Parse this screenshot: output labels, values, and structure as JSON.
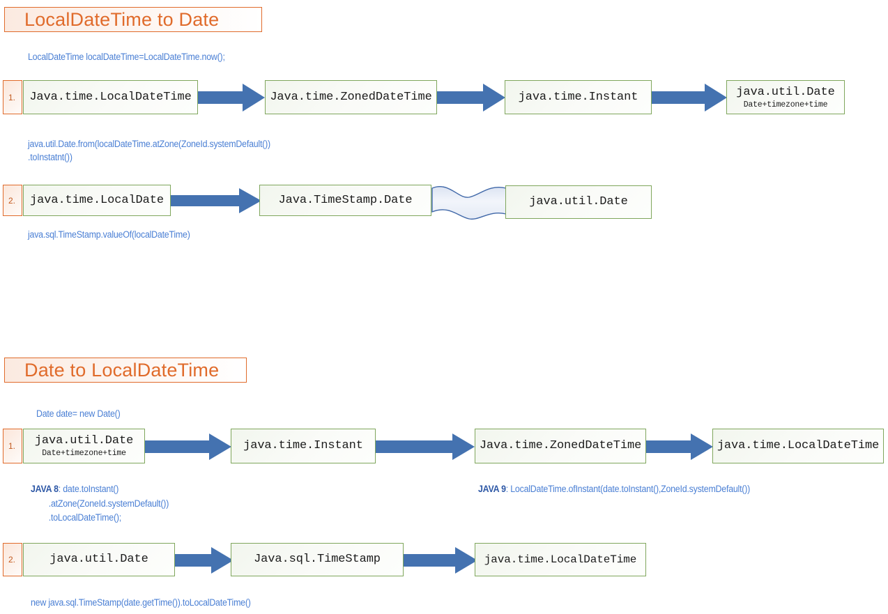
{
  "diagram": {
    "title_accent": "#E06B2B",
    "arrow_color": "#4472B0",
    "node_border": "#7FA65C",
    "note_color": "#4A7FD4",
    "sections": [
      {
        "id": "localdatetime-to-date",
        "title": "LocalDateTime to Date",
        "top_note": "LocalDateTime localDateTime=LocalDateTime.now();",
        "rows": [
          {
            "number": "1.",
            "nodes": [
              {
                "main": "Java.time.LocalDateTime",
                "sub": ""
              },
              {
                "main": "Java.time.ZonedDateTime",
                "sub": ""
              },
              {
                "main": "java.time.Instant",
                "sub": ""
              },
              {
                "main": "java.util.Date",
                "sub": "Date+timezone+time"
              }
            ],
            "connectors": [
              "arrow",
              "arrow",
              "arrow"
            ],
            "note_lines": [
              "java.util.Date.from(localDateTime.atZone(ZoneId.systemDefault())",
              ".toInstatnt())"
            ]
          },
          {
            "number": "2.",
            "nodes": [
              {
                "main": "java.time.LocalDate",
                "sub": ""
              },
              {
                "main": "Java.TimeStamp.Date",
                "sub": ""
              },
              {
                "main": "java.util.Date",
                "sub": ""
              }
            ],
            "connectors": [
              "arrow",
              "wave"
            ],
            "note_lines": [
              "java.sql.TimeStamp.valueOf(localDateTime)"
            ]
          }
        ]
      },
      {
        "id": "date-to-localdatetime",
        "title": "Date to LocalDateTime",
        "top_note": "Date date= new Date()",
        "rows": [
          {
            "number": "1.",
            "nodes": [
              {
                "main": "java.util.Date",
                "sub": "Date+timezone+time"
              },
              {
                "main": "java.time.Instant",
                "sub": ""
              },
              {
                "main": "Java.time.ZonedDateTime",
                "sub": ""
              },
              {
                "main": "java.time.LocalDateTime",
                "sub": ""
              }
            ],
            "connectors": [
              "arrow",
              "arrow",
              "arrow"
            ],
            "note_lines": []
          },
          {
            "number": "2.",
            "nodes": [
              {
                "main": "java.util.Date",
                "sub": ""
              },
              {
                "main": "Java.sql.TimeStamp",
                "sub": ""
              },
              {
                "main": "java.time.LocalDateTime",
                "sub": ""
              }
            ],
            "connectors": [
              "arrow",
              "arrow"
            ],
            "note_lines": []
          }
        ]
      }
    ],
    "annotations": {
      "java8_tag": "JAVA 8",
      "java8_line1": ": date.toInstant()",
      "java8_line2": "        .atZone(ZoneId.systemDefault())",
      "java8_line3": "        .toLocalDateTime();",
      "java9_tag": "JAVA 9",
      "java9_line1": ": LocalDateTime.ofInstant(date.toInstant(),ZoneId.systemDefault())",
      "bottom_note": "new java.sql.TimeStamp(date.getTime()).toLocalDateTime()"
    }
  }
}
